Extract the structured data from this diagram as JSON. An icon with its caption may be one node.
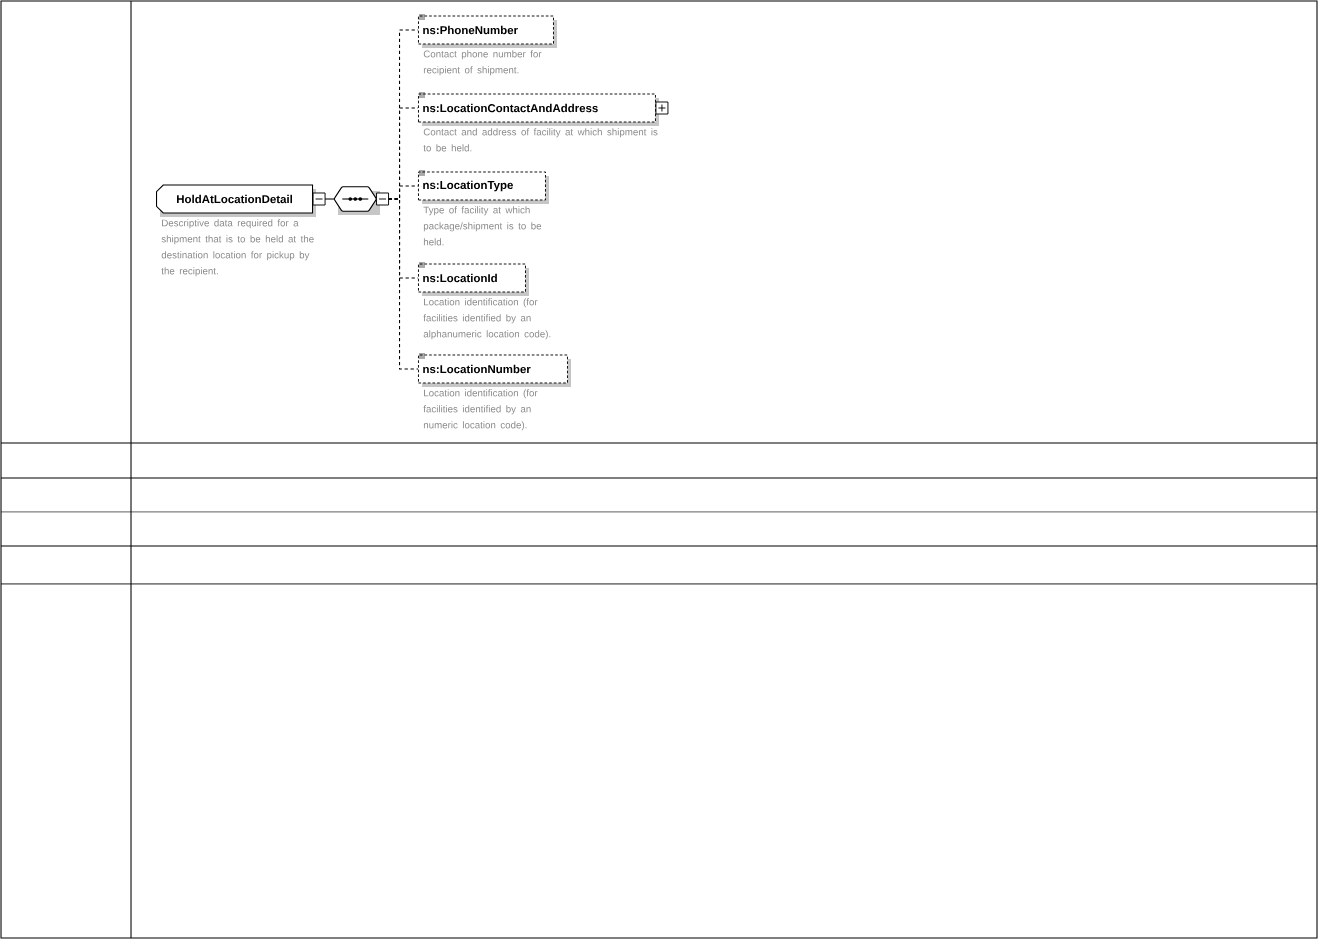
{
  "diagram": {
    "nodes": [
      {
        "text": [
          "HoldAtLocationDetail"
        ],
        "beside": [
          "Descriptive data required for a shipment that is to be held at the destination location for pickup by the recipient."
        ]
      },
      {
        "text": [],
        "shape": "hexagon"
      },
      {
        "text": [
          "ns:PhoneNumber"
        ],
        "beside": [
          "Contact phone number for recipient of shipment."
        ]
      },
      {
        "text": [
          "ns:LocationContactAndAddress"
        ],
        "beside": [
          "Contact and address of facility at which shipment is to be held."
        ]
      },
      {
        "text": [
          "ns:LocationType"
        ],
        "beside": [
          "Type of facility at which package/shipment is to be held."
        ]
      },
      {
        "text": [
          "ns:LocationId"
        ],
        "beside": [
          "Location identification (for facilities identified by an alphanumeric location code)."
        ]
      },
      {
        "text": [
          "ns:LocationNumber"
        ],
        "beside": [
          "Location identification (for facilities identified by an numeric location code)."
        ]
      }
    ],
    "edges": [
      {
        "from": 0,
        "to": 1,
        "arrow": "none"
      },
      {
        "from": 1,
        "to": 2,
        "arrow": "none",
        "style": "dashed"
      },
      {
        "from": 1,
        "to": 3,
        "arrow": "none",
        "style": "dashed"
      },
      {
        "from": 1,
        "to": 4,
        "arrow": "none",
        "style": "dashed"
      },
      {
        "from": 1,
        "to": 5,
        "arrow": "none",
        "style": "dashed"
      },
      {
        "from": 1,
        "to": 6,
        "arrow": "none",
        "style": "dashed"
      }
    ]
  }
}
